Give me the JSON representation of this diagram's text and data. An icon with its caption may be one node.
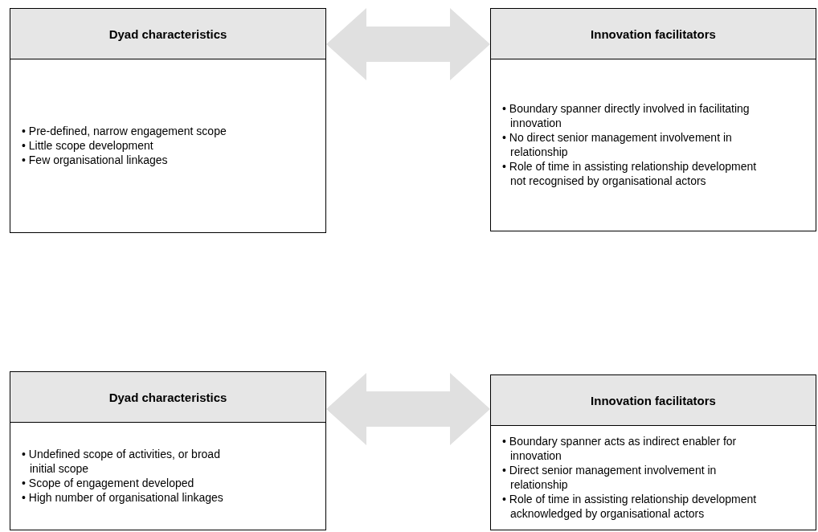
{
  "diagram": {
    "nodes": [
      {
        "text": [
          "Dyad characteristics",
          "• Pre-defined, narrow engagement scope",
          "• Little scope development",
          "• Few organisational linkages"
        ]
      },
      {
        "text": [
          "Innovation facilitators",
          "• Boundary spanner directly involved in facilitating innovation",
          "• No direct senior management involvement in relationship",
          "• Role of time in assisting relationship development not recognised by organisational actors"
        ]
      },
      {
        "text": [
          "Dyad characteristics",
          "• Undefined scope of activities, or broad initial scope",
          "• Scope of engagement developed",
          "• High number of organisational linkages"
        ]
      },
      {
        "text": [
          "Innovation facilitators",
          "• Boundary spanner acts as indirect enabler for innovation",
          "• Direct senior management involvement in relationship",
          "• Role of time in assisting relationship development acknowledged by organisational actors"
        ]
      }
    ],
    "edges": [
      {
        "from": 0,
        "to": 1,
        "arrow": "both"
      },
      {
        "from": 2,
        "to": 3,
        "arrow": "both"
      }
    ]
  }
}
